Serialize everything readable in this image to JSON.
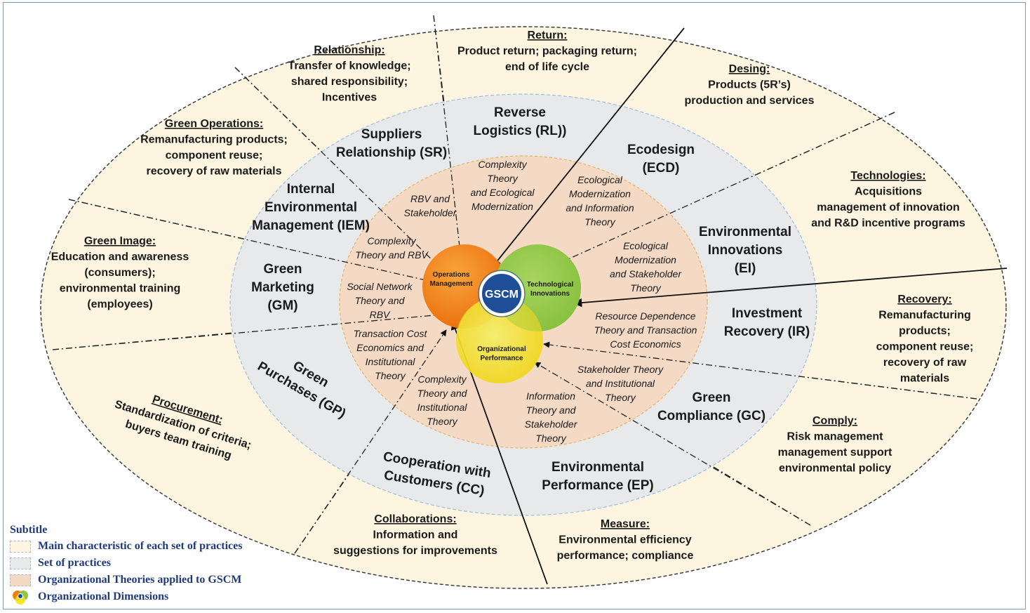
{
  "colors": {
    "outer_ring": "#fdf5e0",
    "practices_ring": "#e7e9eb",
    "theories_ring": "#f4d9c4",
    "operations": "#f07f10",
    "technological": "#8ec63f",
    "organizational": "#f2e314",
    "gscm_core": "#1f4e99",
    "legend_text": "#1f3a7a"
  },
  "center": {
    "label": "GSCM"
  },
  "dimensions": {
    "operations": [
      "Operations",
      "Management"
    ],
    "technological": [
      "Technological",
      "Innovations"
    ],
    "organizational": [
      "Organizational",
      "Performance"
    ]
  },
  "characteristics": [
    {
      "id": "return",
      "heading": "Return:",
      "lines": [
        "Product return; packaging return;",
        "end of life cycle"
      ]
    },
    {
      "id": "relationship",
      "heading": "Relationship:",
      "lines": [
        "Transfer of knowledge;",
        "shared responsibility;",
        "Incentives"
      ]
    },
    {
      "id": "desing",
      "heading": "Desing:",
      "lines": [
        "Products (5R’s)",
        "production and services"
      ]
    },
    {
      "id": "green-operations",
      "heading": "Green Operations:",
      "lines": [
        "Remanufacturing products;",
        "component reuse;",
        "recovery of raw materials"
      ]
    },
    {
      "id": "technologies",
      "heading": "Technologies:",
      "lines": [
        "Acquisitions",
        "management of innovation",
        "and R&D incentive programs"
      ]
    },
    {
      "id": "green-image",
      "heading": "Green Image:",
      "lines": [
        "Education and awareness",
        "(consumers);",
        "environmental training",
        "(employees)"
      ]
    },
    {
      "id": "recovery",
      "heading": "Recovery:",
      "lines": [
        "Remanufacturing",
        "products;",
        "component reuse;",
        "recovery of raw",
        "materials"
      ]
    },
    {
      "id": "procurement",
      "heading": "Procurement:",
      "lines": [
        "Standardization of criteria;",
        "buyers team training"
      ]
    },
    {
      "id": "comply",
      "heading": "Comply:",
      "lines": [
        "Risk management",
        "management support",
        "environmental policy"
      ]
    },
    {
      "id": "collaborations",
      "heading": "Collaborations:",
      "lines": [
        "Information and",
        "suggestions for improvements"
      ]
    },
    {
      "id": "measure",
      "heading": "Measure:",
      "lines": [
        "Environmental efficiency",
        "performance; compliance"
      ]
    }
  ],
  "practices": [
    {
      "id": "rl",
      "lines": [
        "Reverse",
        "Logistics (RL))"
      ]
    },
    {
      "id": "sr",
      "lines": [
        "Suppliers",
        "Relationship (SR)"
      ]
    },
    {
      "id": "ecd",
      "lines": [
        "Ecodesign",
        "(ECD)"
      ]
    },
    {
      "id": "iem",
      "lines": [
        "Internal",
        "Environmental",
        "Management (IEM)"
      ]
    },
    {
      "id": "ei",
      "lines": [
        "Environmental",
        "Innovations",
        "(EI)"
      ]
    },
    {
      "id": "gm",
      "lines": [
        "Green",
        "Marketing",
        "(GM)"
      ]
    },
    {
      "id": "ir",
      "lines": [
        "Investment",
        "Recovery (IR)"
      ]
    },
    {
      "id": "gp",
      "lines": [
        "Green",
        "Purchases (GP)"
      ]
    },
    {
      "id": "gc",
      "lines": [
        "Green",
        "Compliance (GC)"
      ]
    },
    {
      "id": "cc",
      "lines": [
        "Cooperation with",
        "Customers (CC)"
      ]
    },
    {
      "id": "ep",
      "lines": [
        "Environmental",
        "Performance (EP)"
      ]
    }
  ],
  "theories": [
    {
      "id": "complexity-ecological",
      "lines": [
        "Complexity",
        "Theory",
        "and Ecological",
        "Modernization"
      ]
    },
    {
      "id": "rbv-stakeholder",
      "lines": [
        "RBV and",
        "Stakeholder"
      ]
    },
    {
      "id": "ecological-information",
      "lines": [
        "Ecological",
        "Modernization",
        "and Information",
        "Theory"
      ]
    },
    {
      "id": "complexity-rbv",
      "lines": [
        "Complexity",
        "Theory and RBV"
      ]
    },
    {
      "id": "ecological-stakeholder",
      "lines": [
        "Ecological",
        "Modernization",
        "and  Stakeholder",
        "Theory"
      ]
    },
    {
      "id": "social-network-rbv",
      "lines": [
        "Social Network",
        "Theory  and",
        "RBV"
      ]
    },
    {
      "id": "resource-dependence",
      "lines": [
        "Resource Dependence",
        "Theory and Transaction",
        "Cost Economics"
      ]
    },
    {
      "id": "transaction-institutional",
      "lines": [
        "Transaction Cost",
        "Economics and",
        "Institutional",
        "Theory"
      ]
    },
    {
      "id": "stakeholder-institutional",
      "lines": [
        "Stakeholder Theory",
        "and Institutional",
        "Theory"
      ]
    },
    {
      "id": "complexity-institutional",
      "lines": [
        "Complexity",
        "Theory and",
        "Institutional",
        "Theory"
      ]
    },
    {
      "id": "information-stakeholder",
      "lines": [
        "Information",
        "Theory and",
        "Stakeholder",
        "Theory"
      ]
    }
  ],
  "legend": {
    "title": "Subtitle",
    "items": [
      {
        "label": "Main characteristic of each set of practices",
        "color": "#fdf5e0"
      },
      {
        "label": "Set of practices",
        "color": "#e7e9eb"
      },
      {
        "label": "Organizational Theories applied to GSCM",
        "color": "#f4d9c4"
      },
      {
        "label": "Organizational Dimensions",
        "color": ""
      }
    ]
  }
}
